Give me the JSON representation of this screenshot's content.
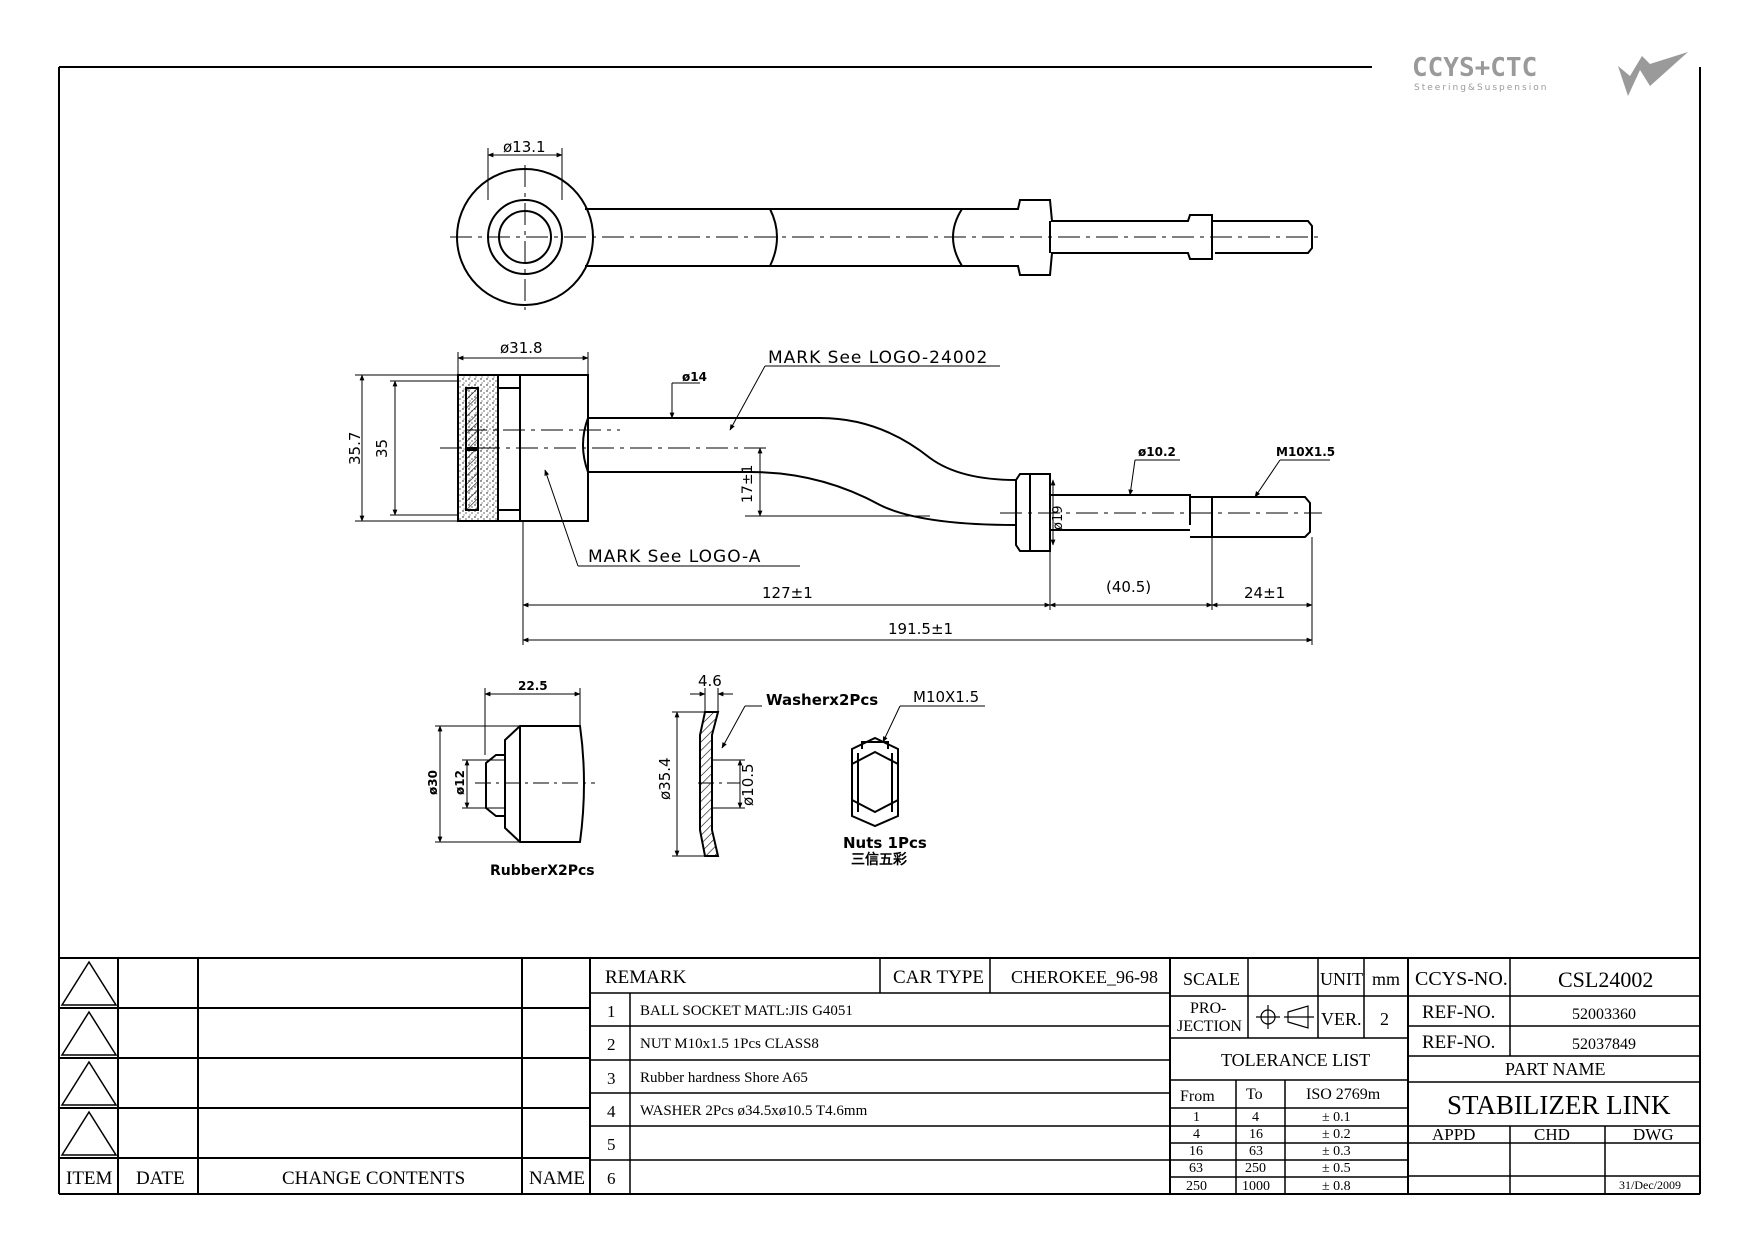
{
  "logo": {
    "brand": "CCYS+CTC",
    "tagline": "Steering&Suspension"
  },
  "dims": {
    "top_bore": "ø13.1",
    "ball_dia": "ø31.8",
    "ball_h1": "35.7",
    "ball_h2": "35",
    "shaft_dia": "ø14",
    "offset": "17±1",
    "collar_dia": "ø19",
    "stud_dia": "ø10.2",
    "thread": "M10X1.5",
    "len1": "127±1",
    "len2": "(40.5)",
    "len3": "24±1",
    "total": "191.5±1",
    "mark_top": "MARK See LOGO-24002",
    "mark_bot": "MARK See LOGO-A"
  },
  "parts": {
    "rubber_w": "22.5",
    "rubber_od": "ø30",
    "rubber_id": "ø12",
    "rubber_label": "RubberX2Pcs",
    "washer_t": "4.6",
    "washer_label": "Washerx2Pcs",
    "washer_od": "ø35.4",
    "washer_id": "ø10.5",
    "nut_thread": "M10X1.5",
    "nut_label": "Nuts  1Pcs",
    "nut_brand": "三信五彩"
  },
  "revision": {
    "headers": {
      "item": "ITEM",
      "date": "DATE",
      "contents": "CHANGE CONTENTS",
      "name": "NAME"
    }
  },
  "remarks": {
    "header": "REMARK",
    "car_type_label": "CAR TYPE",
    "car_type": "CHEROKEE_96-98",
    "items": [
      {
        "no": "1",
        "text": "BALL SOCKET MATL:JIS G4051"
      },
      {
        "no": "2",
        "text": "NUT M10x1.5 1Pcs CLASS8"
      },
      {
        "no": "3",
        "text": "Rubber hardness Shore A65"
      },
      {
        "no": "4",
        "text": "WASHER 2Pcs ø34.5xø10.5 T4.6mm"
      },
      {
        "no": "5",
        "text": ""
      },
      {
        "no": "6",
        "text": ""
      }
    ]
  },
  "info": {
    "scale_label": "SCALE",
    "unit_label": "UNIT",
    "unit": "mm",
    "projection_label_1": "PRO-",
    "projection_label_2": "JECTION",
    "ver_label": "VER.",
    "ver": "2"
  },
  "tolerance": {
    "title": "TOLERANCE LIST",
    "headers": {
      "from": "From",
      "to": "To",
      "iso": "ISO 2769m"
    },
    "rows": [
      {
        "from": "1",
        "to": "4",
        "tol": "± 0.1"
      },
      {
        "from": "4",
        "to": "16",
        "tol": "± 0.2"
      },
      {
        "from": "16",
        "to": "63",
        "tol": "± 0.3"
      },
      {
        "from": "63",
        "to": "250",
        "tol": "± 0.5"
      },
      {
        "from": "250",
        "to": "1000",
        "tol": "± 0.8"
      }
    ]
  },
  "title_block": {
    "ccys_label": "CCYS-NO.",
    "ccys_no": "CSL24002",
    "ref_label_1": "REF-NO.",
    "ref_no_1": "52003360",
    "ref_label_2": "REF-NO.",
    "ref_no_2": "52037849",
    "part_name_label": "PART NAME",
    "part_name": "STABILIZER LINK",
    "appd": "APPD",
    "chd": "CHD",
    "dwg": "DWG",
    "date": "31/Dec/2009"
  }
}
